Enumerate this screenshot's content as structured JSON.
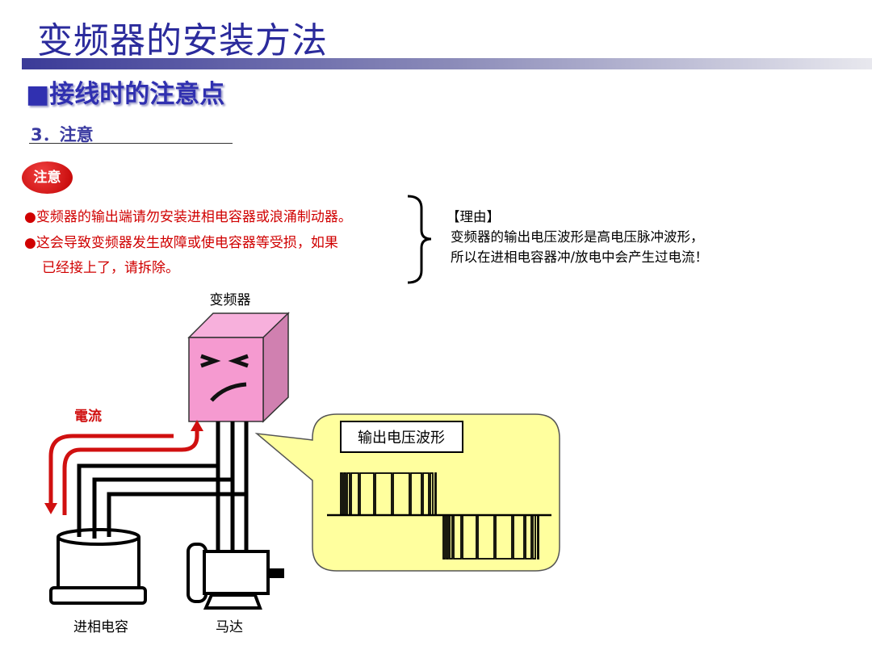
{
  "title": "变频器的安装方法",
  "subtitle": "■接线时的注意点",
  "section": "3．注意",
  "badge": "注意",
  "warnings": [
    "●变频器的输出端请勿安装进相电容器或浪涌制动器。",
    "●这会导致变频器发生故障或使电容器等受损，如果",
    "已经接上了，请拆除。"
  ],
  "reason": {
    "heading": "【理由】",
    "lines": [
      "变频器的输出电压波形是高电压脉冲波形，",
      "所以在进相电容器冲/放电中会产生过电流！"
    ]
  },
  "diagram": {
    "inverter_label": "变频器",
    "current_label": "電流",
    "waveform_label": "输出电压波形",
    "capacitor_label": "进相电容",
    "motor_label": "马达"
  },
  "colors": {
    "title": "#2b2b9c",
    "warning": "#d00000",
    "inverter": "#f59ad0",
    "bubble": "#ffff9e"
  }
}
